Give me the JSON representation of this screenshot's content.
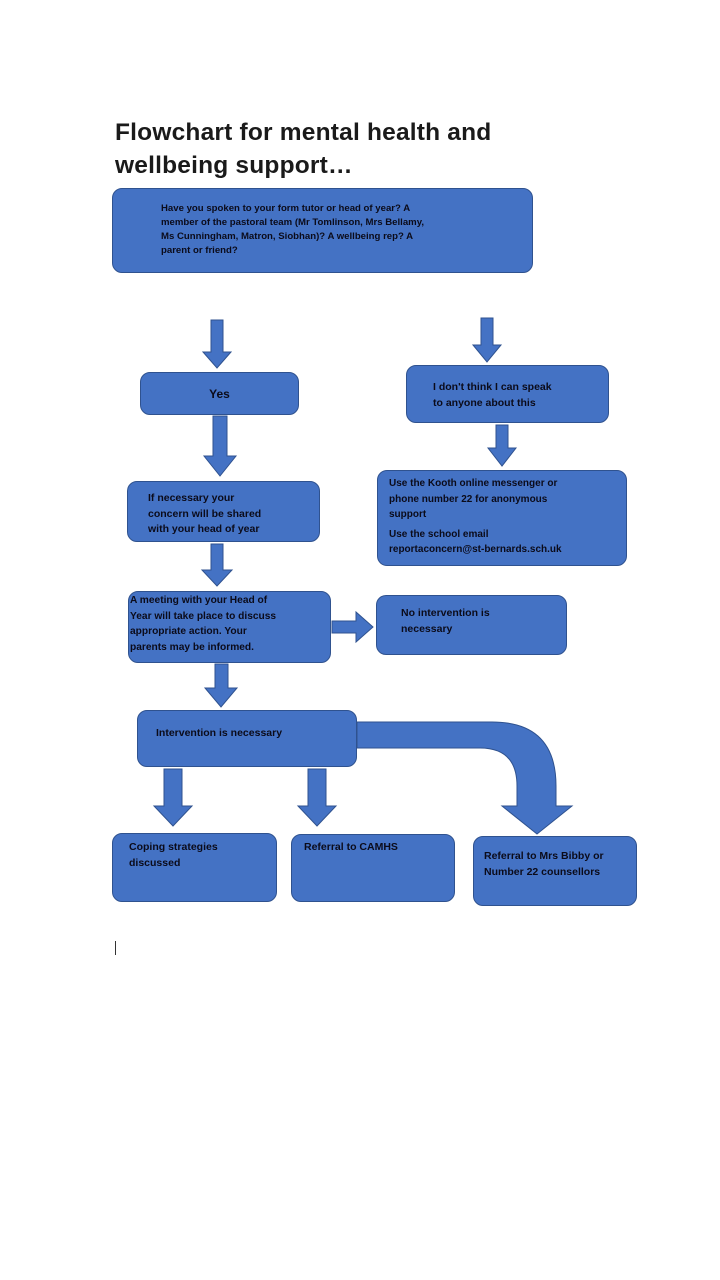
{
  "title": "Flowchart for mental health and\nwellbeing support…",
  "colors": {
    "box_fill": "#4472c4",
    "box_border": "#2f528f",
    "text": "#0b0b1a"
  },
  "nodes": {
    "question": "Have you spoken to your form tutor or head of year? A\nmember of the pastoral team (Mr Tomlinson, Mrs Bellamy,\nMs Cunningham, Matron, Siobhan)? A wellbeing rep? A\nparent or friend?",
    "yes": "Yes",
    "cant_speak": "I don't think I can speak\nto anyone about this",
    "concern_shared": "If necessary your\nconcern will be shared\nwith your head of year",
    "kooth": "Use the Kooth online messenger or\nphone number 22 for anonymous\nsupport",
    "school_email": "Use the school email\nreportaconcern@st-bernards.sch.uk",
    "meeting": "A meeting with your Head of\nYear will take place to discuss\nappropriate action. Your\nparents may be informed.",
    "no_intervention": "No intervention is\nnecessary",
    "intervention": "Intervention is necessary",
    "coping": "Coping strategies\ndiscussed",
    "camhs": "Referral to CAMHS",
    "counsellors": "Referral to Mrs Bibby or\nNumber 22 counsellors"
  }
}
